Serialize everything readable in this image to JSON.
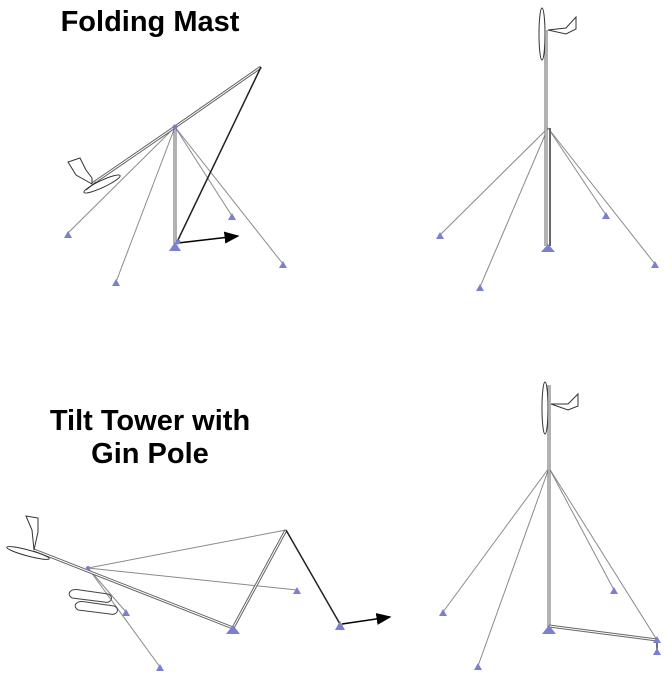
{
  "titles": {
    "folding_mast": "Folding Mast",
    "tilt_tower_line1": "Tilt Tower with",
    "tilt_tower_line2": "Gin Pole"
  },
  "colors": {
    "anchor": "#7b7fcf",
    "mast": "#6b6b6b",
    "guy_wire": "#888888",
    "arrow": "#000000"
  }
}
